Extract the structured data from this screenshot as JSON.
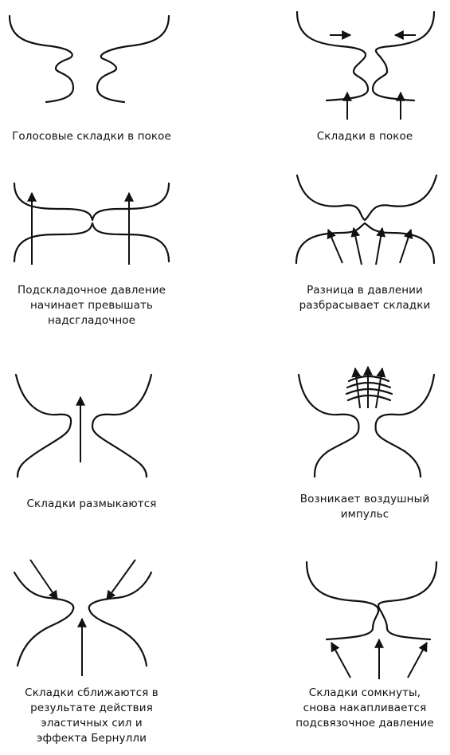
{
  "panels": [
    {
      "id": "p1",
      "caption": "Голосовые складки в покое"
    },
    {
      "id": "p2",
      "caption": "Складки в покое"
    },
    {
      "id": "p3",
      "caption": "Подскладочное давление\nначинает превышать\nнадсгладочное"
    },
    {
      "id": "p4",
      "caption": "Разница в давлении\nразбрасывает складки"
    },
    {
      "id": "p5",
      "caption": "Складки размыкаются"
    },
    {
      "id": "p6",
      "caption": "Возникает воздушный\nимпульс"
    },
    {
      "id": "p7",
      "caption": "Складки сближаются в\nрезультате действия\nэластичных сил и\nэффекта Бернулли"
    },
    {
      "id": "p8",
      "caption": "Складки сомкнуты,\nснова накапливается\nподсвязочное давление"
    }
  ]
}
